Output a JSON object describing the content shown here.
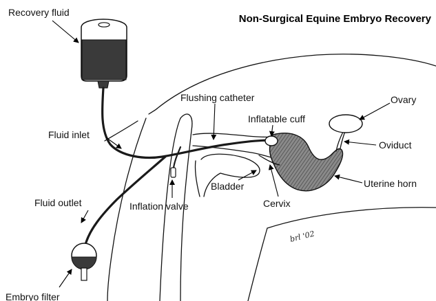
{
  "title": "Non-Surgical Equine Embryo Recovery",
  "labels": {
    "recovery_fluid": "Recovery fluid",
    "flushing_catheter": "Flushing catheter",
    "ovary": "Ovary",
    "inflatable_cuff": "Inflatable cuff",
    "fluid_inlet": "Fluid inlet",
    "oviduct": "Oviduct",
    "bladder": "Bladder",
    "uterine_horn": "Uterine horn",
    "fluid_outlet": "Fluid outlet",
    "inflation_valve": "Inflation valve",
    "cervix": "Cervix",
    "embryo_filter": "Embryo filter"
  },
  "signature": "brl '02",
  "colors": {
    "ink": "#111111",
    "fluid_fill": "#3a3a3a",
    "uterus_fill": "#7a7a7a",
    "background": "#ffffff"
  }
}
